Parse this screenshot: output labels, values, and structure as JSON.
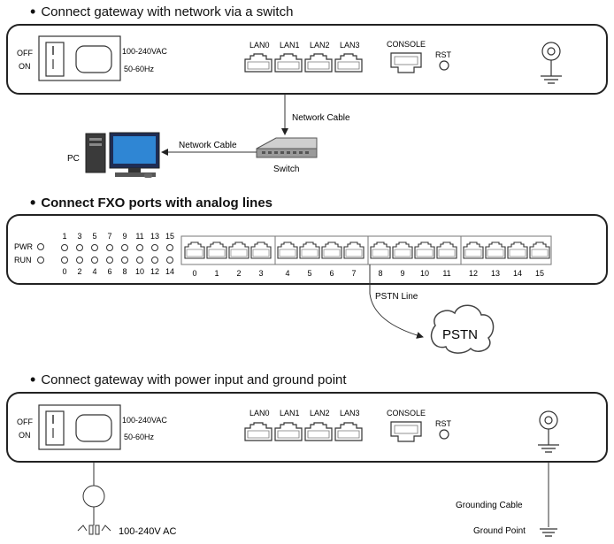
{
  "section1": {
    "heading": "Connect gateway with network via a switch",
    "panel": {
      "off_label": "OFF",
      "on_label": "ON",
      "voltage": "100-240VAC",
      "frequency": "50-60Hz",
      "lan_labels": [
        "LAN0",
        "LAN1",
        "LAN2",
        "LAN3"
      ],
      "console_label": "CONSOLE",
      "rst_label": "RST"
    },
    "network_cable_vertical": "Network Cable",
    "network_cable_horizontal": "Network Cable",
    "switch_label": "Switch",
    "pc_label": "PC"
  },
  "section2": {
    "heading": "Connect FXO ports with analog lines",
    "pwr_label": "PWR",
    "run_label": "RUN",
    "led_top_numbers": [
      "1",
      "3",
      "5",
      "7",
      "9",
      "11",
      "13",
      "15"
    ],
    "led_bottom_numbers": [
      "0",
      "2",
      "4",
      "6",
      "8",
      "10",
      "12",
      "14"
    ],
    "port_numbers": [
      "0",
      "1",
      "2",
      "3",
      "4",
      "5",
      "6",
      "7",
      "8",
      "9",
      "10",
      "11",
      "12",
      "13",
      "14",
      "15"
    ],
    "pstn_line_label": "PSTN Line",
    "pstn_cloud_label": "PSTN"
  },
  "section3": {
    "heading": "Connect gateway with power input and ground point",
    "panel": {
      "off_label": "OFF",
      "on_label": "ON",
      "voltage": "100-240VAC",
      "frequency": "50-60Hz",
      "lan_labels": [
        "LAN0",
        "LAN1",
        "LAN2",
        "LAN3"
      ],
      "console_label": "CONSOLE",
      "rst_label": "RST"
    },
    "power_input_label": "100-240V AC",
    "grounding_cable_label": "Grounding Cable",
    "ground_point_label": "Ground Point"
  }
}
